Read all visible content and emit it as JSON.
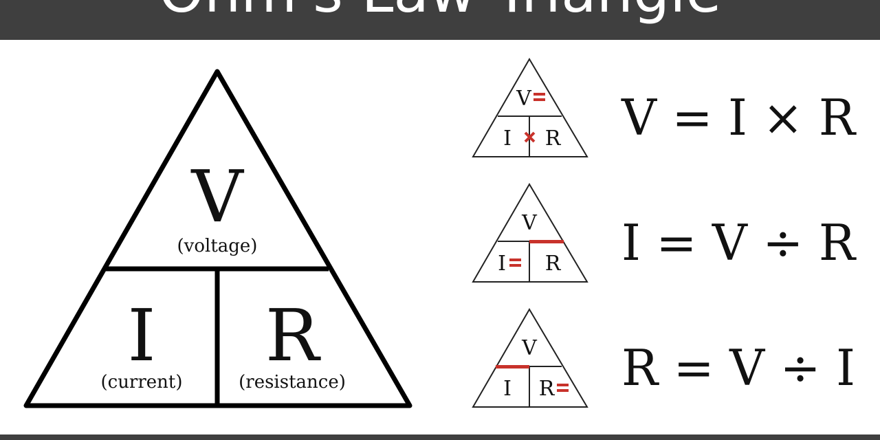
{
  "header": {
    "title": "Ohm's Law Triangle"
  },
  "main_triangle": {
    "top_symbol": "V",
    "top_label": "(voltage)",
    "left_symbol": "I",
    "left_label": "(current)",
    "right_symbol": "R",
    "right_label": "(resistance)"
  },
  "formulas": [
    {
      "mini": {
        "top": "V",
        "left": "I",
        "right": "R"
      },
      "equation": "V = I × R"
    },
    {
      "mini": {
        "top": "V",
        "left": "I",
        "right": "R"
      },
      "equation": "I = V ÷ R"
    },
    {
      "mini": {
        "top": "V",
        "left": "I",
        "right": "R"
      },
      "equation": "R = V ÷ I"
    }
  ],
  "colors": {
    "header_bg": "#3f3f3f",
    "line": "#000000",
    "accent": "#c8322b"
  }
}
